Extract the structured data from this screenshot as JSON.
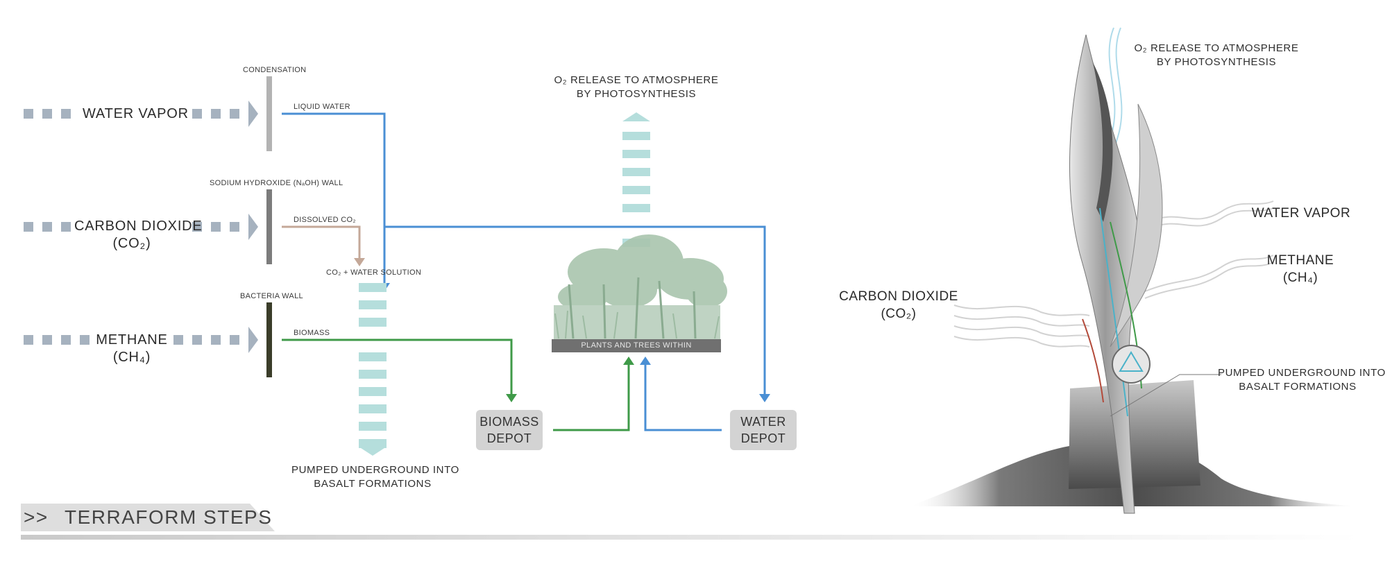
{
  "diagram": {
    "inputs": {
      "water_vapor": "WATER VAPOR",
      "carbon_dioxide_line1": "CARBON DIOXIDE",
      "carbon_dioxide_line2": "(CO₂)",
      "methane_line1": "METHANE",
      "methane_line2": "(CH₄)"
    },
    "walls": {
      "condensation": "CONDENSATION",
      "sodium_hydroxide": "SODIUM HYDROXIDE (NₐOH) WALL",
      "bacteria": "BACTERIA WALL"
    },
    "flows": {
      "liquid_water": "LIQUID WATER",
      "dissolved_co2": "DISSOLVED CO₂",
      "biomass": "BIOMASS",
      "solution": "CO₂ + WATER SOLUTION"
    },
    "outputs": {
      "o2_line1": "O₂ RELEASE TO ATMOSPHERE",
      "o2_line2": "BY PHOTOSYNTHESIS",
      "pumped_line1": "PUMPED UNDERGROUND INTO",
      "pumped_line2": "BASALT FORMATIONS"
    },
    "plants_label": "PLANTS AND TREES WITHIN",
    "depots": {
      "biomass_line1": "BIOMASS",
      "biomass_line2": "DEPOT",
      "water_line1": "WATER",
      "water_line2": "DEPOT"
    },
    "colors": {
      "water": "#4a8fd4",
      "co2": "#c4a898",
      "biomass": "#3f9a48",
      "teal": "#b5dedc",
      "gray_arrow": "#a6b2bf"
    }
  },
  "render": {
    "o2_line1": "O₂ RELEASE TO ATMOSPHERE",
    "o2_line2": "BY PHOTOSYNTHESIS",
    "water_vapor": "WATER VAPOR",
    "methane_line1": "METHANE",
    "methane_line2": "(CH₄)",
    "carbon_dioxide_line1": "CARBON DIOXIDE",
    "carbon_dioxide_line2": "(CO₂)",
    "pumped_line1": "PUMPED UNDERGROUND INTO",
    "pumped_line2": "BASALT FORMATIONS"
  },
  "footer": {
    "prefix": ">>",
    "title": "TERRAFORM STEPS"
  }
}
